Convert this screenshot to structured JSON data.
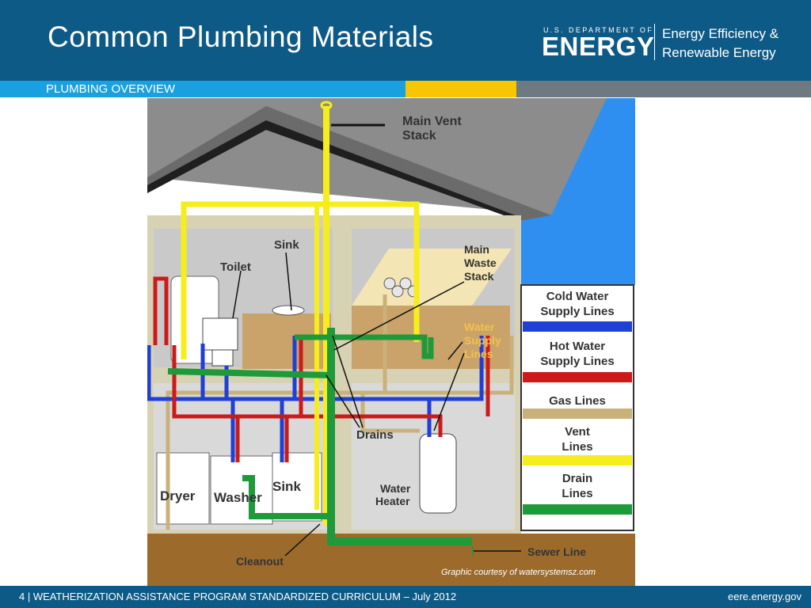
{
  "header": {
    "title": "Common Plumbing Materials",
    "logo_small": "U.S. DEPARTMENT OF",
    "logo_big": "ENERGY",
    "eere_line1": "Energy Efficiency &",
    "eere_line2": "Renewable Energy"
  },
  "section_label": "PLUMBING OVERVIEW",
  "diagram": {
    "labels": {
      "main_vent_stack_1": "Main Vent",
      "main_vent_stack_2": "Stack",
      "sink_upper": "Sink",
      "toilet": "Toilet",
      "main_waste_1": "Main",
      "main_waste_2": "Waste",
      "main_waste_3": "Stack",
      "water_supply_1": "Water",
      "water_supply_2": "Supply",
      "water_supply_3": "Lines",
      "drains": "Drains",
      "dryer": "Dryer",
      "washer": "Washer",
      "sink_lower": "Sink",
      "water_heater_1": "Water",
      "water_heater_2": "Heater",
      "cleanout": "Cleanout",
      "sewer_line": "Sewer Line"
    },
    "legend": [
      {
        "line1": "Cold Water",
        "line2": "Supply Lines",
        "color": "#1f3fd6"
      },
      {
        "line1": "Hot Water",
        "line2": "Supply Lines",
        "color": "#cc1a1a"
      },
      {
        "line1": "Gas Lines",
        "line2": "",
        "color": "#c9b27a"
      },
      {
        "line1": "Vent",
        "line2": "Lines",
        "color": "#f5ee1c"
      },
      {
        "line1": "Drain",
        "line2": "Lines",
        "color": "#1e9a3a"
      }
    ],
    "credit": "Graphic courtesy of watersystemsz.com"
  },
  "footer": {
    "left": "4 | WEATHERIZATION ASSISTANCE PROGRAM STANDARDIZED CURRICULUM – July 2012",
    "right": "eere.energy.gov"
  },
  "colors": {
    "header_bg": "#0e5a86",
    "bar_blue": "#1aa0de",
    "bar_yellow": "#f7c600",
    "bar_gray": "#6d7a82",
    "cold_water": "#1f3fd6",
    "hot_water": "#cc1a1a",
    "gas": "#c9b27a",
    "vent": "#f5ee1c",
    "drain": "#1e9a3a"
  }
}
